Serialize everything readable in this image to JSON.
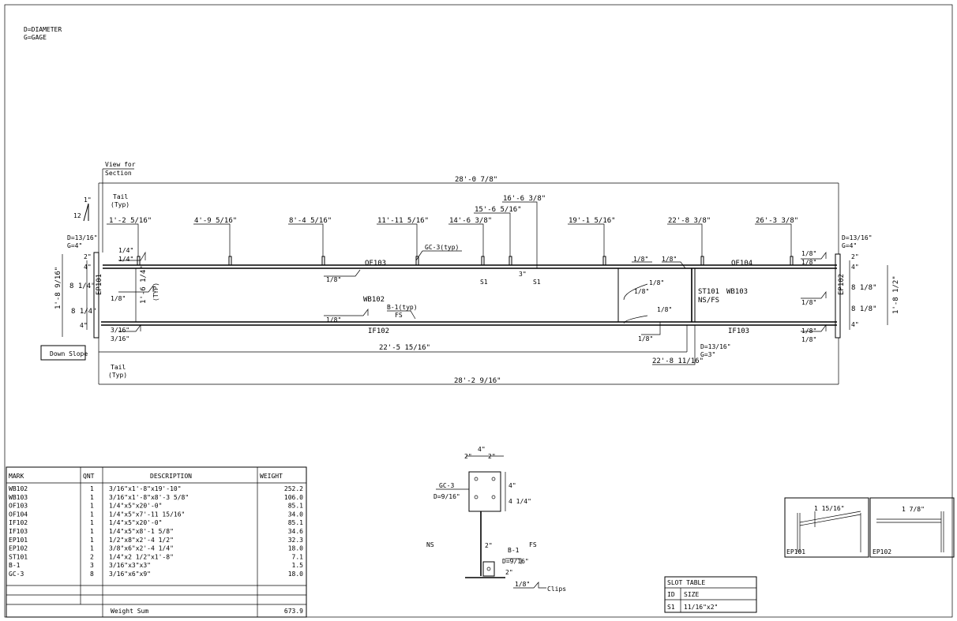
{
  "legend": {
    "line1": "D=DIAMETER",
    "line2": "G=GAGE"
  },
  "view": {
    "view_for": "View for",
    "section": "Section",
    "tail": "Tail",
    "typ": "(Typ)",
    "slope_rise": "1\"",
    "slope_run": "12",
    "down_slope": "Down Slope"
  },
  "dims": {
    "overall_top": "28'-0 7/8\"",
    "overall_bottom": "28'-2 9/16\"",
    "d1": "1'-2 5/16\"",
    "d2": "4'-9 5/16\"",
    "d3": "8'-4 5/16\"",
    "d4": "11'-11 5/16\"",
    "d5": "14'-6 3/8\"",
    "d6": "15'-6 5/16\"",
    "d7": "16'-6 3/8\"",
    "d8": "19'-1 5/16\"",
    "d9": "22'-8 3/8\"",
    "d10": "26'-3 3/8\"",
    "bottom1": "22'-5 15/16\"",
    "bottom2": "22'-8 11/16\"",
    "left_height": "1'-8 9/16\"",
    "left_a": "8 1/4\"",
    "left_b": "8 1/4\"",
    "right_height": "1'-8 1/2\"",
    "right_a": "8 1/8\"",
    "right_b": "8 1/8\"",
    "two": "2\"",
    "four": "4\"",
    "vert_inner": "1'-6 1/4\"",
    "three": "3\""
  },
  "holes": {
    "left": "D=13/16\"",
    "left_g": "G=4\"",
    "right": "D=13/16\"",
    "right_g": "G=4\"",
    "lower": "D=13/16\"",
    "lower_g": "G=3\""
  },
  "welds": {
    "w14": "1/4\"",
    "w18": "1/8\"",
    "w316": "3/16\"",
    "typ": "(TYP)"
  },
  "marks": {
    "of103": "OF103",
    "of104": "OF104",
    "wb102": "WB102",
    "wb103": "WB103",
    "if102": "IF102",
    "if103": "IF103",
    "ep101": "EP101",
    "ep102": "EP102",
    "st101": "ST101",
    "nsfs": "NS/FS",
    "gc3": "GC-3(typ)",
    "b1": "B-1(typ)",
    "fs": "FS",
    "s1": "S1"
  },
  "bom": {
    "headers": [
      "MARK",
      "QNT",
      "DESCRIPTION",
      "WEIGHT"
    ],
    "rows": [
      [
        "WB102",
        "1",
        "3/16\"x1'-8\"x19'-10\"",
        "252.2"
      ],
      [
        "WB103",
        "1",
        "3/16\"x1'-8\"x8'-3 5/8\"",
        "106.0"
      ],
      [
        "OF103",
        "1",
        "1/4\"x5\"x20'-0\"",
        "85.1"
      ],
      [
        "OF104",
        "1",
        "1/4\"x5\"x7'-11 15/16\"",
        "34.0"
      ],
      [
        "IF102",
        "1",
        "1/4\"x5\"x20'-0\"",
        "85.1"
      ],
      [
        "IF103",
        "1",
        "1/4\"x5\"x8'-1 5/8\"",
        "34.6"
      ],
      [
        "EP101",
        "1",
        "1/2\"x8\"x2'-4 1/2\"",
        "32.3"
      ],
      [
        "EP102",
        "1",
        "3/8\"x6\"x2'-4 1/4\"",
        "18.0"
      ],
      [
        "ST101",
        "2",
        "1/4\"x2 1/2\"x1'-8\"",
        "7.1"
      ],
      [
        "B-1",
        "3",
        "3/16\"x3\"x3\"",
        "1.5"
      ],
      [
        "GC-3",
        "8",
        "3/16\"x6\"x9\"",
        "18.0"
      ]
    ],
    "sum_label": "Weight Sum",
    "sum_value": "673.9"
  },
  "detail": {
    "four": "4\"",
    "two_l": "2\"",
    "two_r": "2\"",
    "four_v": "4\"",
    "four_q": "4 1/4\"",
    "gc3": "GC-3",
    "d916": "D=9/16\"",
    "ns": "NS",
    "fs": "FS",
    "two_b": "2\"",
    "b1": "B-1",
    "d916b": "D=9/16\"",
    "two_c": "2\"",
    "w18": "1/8\"",
    "clips": "Clips"
  },
  "slot": {
    "title": "SLOT TABLE",
    "h_id": "ID",
    "h_size": "SIZE",
    "id": "S1",
    "size": "11/16\"x2\""
  },
  "insets": {
    "ep101": "EP101",
    "ep102": "EP102",
    "dim1": "1 15/16\"",
    "dim2": "1 7/8\""
  }
}
